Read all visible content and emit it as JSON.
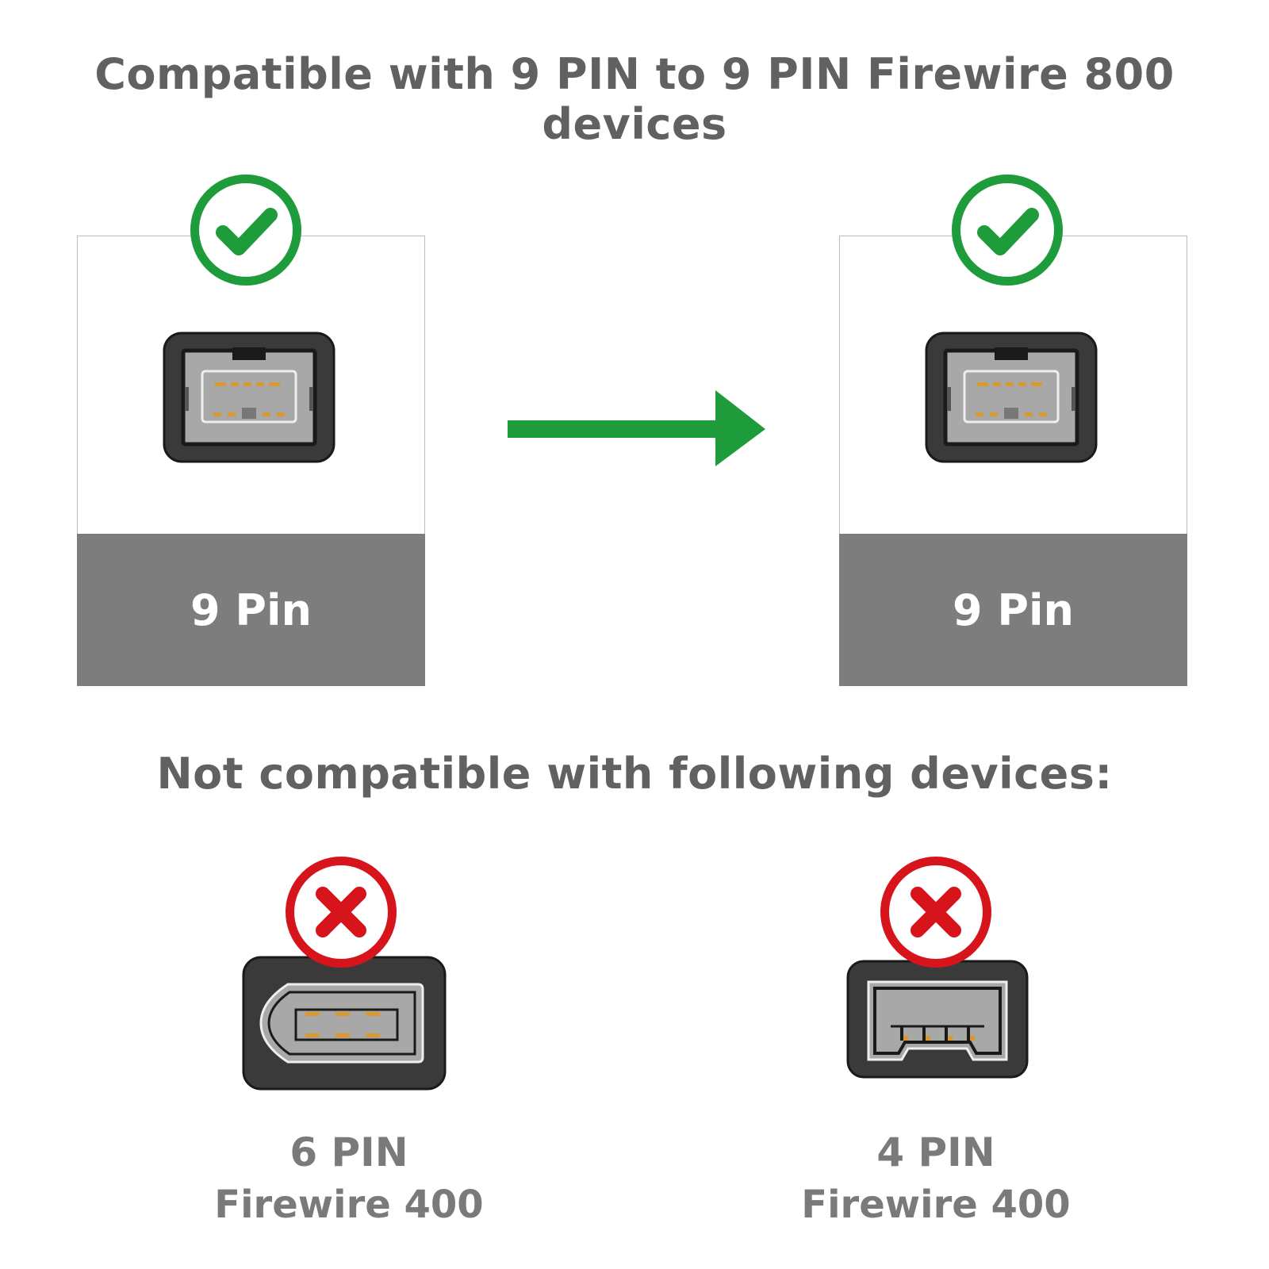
{
  "compatible": {
    "title": "Compatible with 9 PIN to 9 PIN Firewire 800 devices",
    "left_label": "9 Pin",
    "right_label": "9 Pin"
  },
  "incompatible": {
    "title": "Not compatible with following devices:",
    "devices": [
      {
        "pins": "6 PIN",
        "type": "Firewire 400"
      },
      {
        "pins": "4 PIN",
        "type": "Firewire 400"
      }
    ]
  },
  "icons": {
    "compatible_badge": "check-circle-icon",
    "incompatible_badge": "cross-circle-icon",
    "direction": "arrow-right-icon",
    "port_9pin": "firewire-9pin-port-icon",
    "port_6pin": "firewire-6pin-port-icon",
    "port_4pin": "firewire-4pin-port-icon"
  },
  "colors": {
    "ok_green": "#1e9b3a",
    "error_red": "#d7141c",
    "label_bar": "#7d7d7d",
    "heading_text": "#616161"
  }
}
